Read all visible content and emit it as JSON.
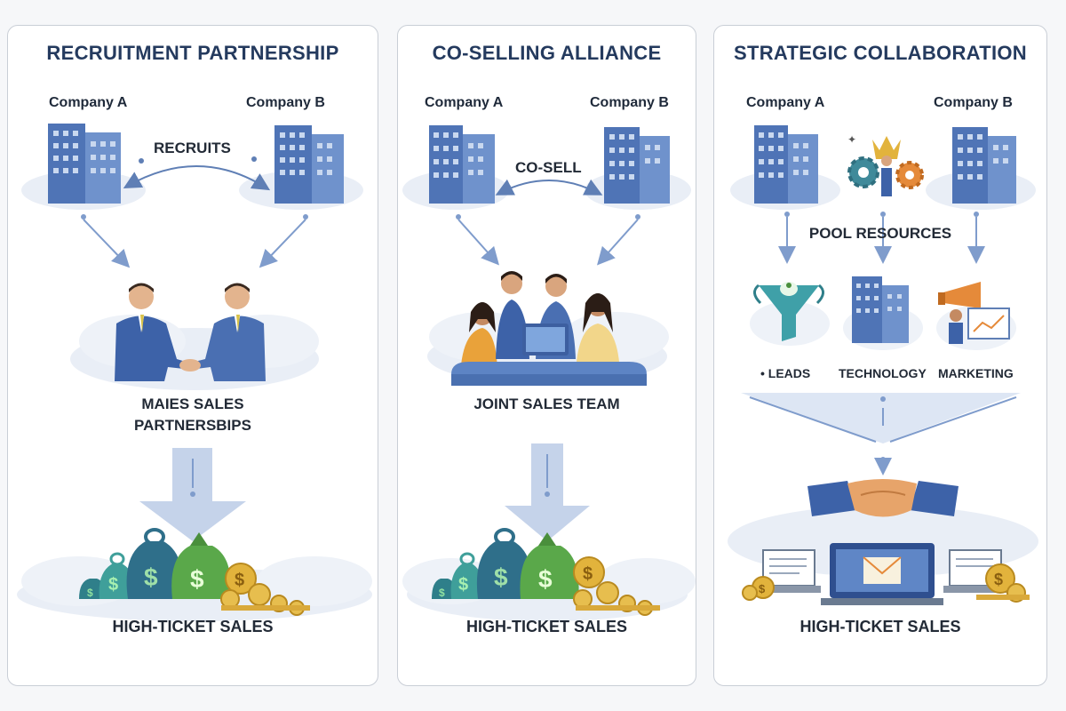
{
  "panels": [
    {
      "title": "RECRUITMENT PARTNERSHIP",
      "company_a": "Company A",
      "company_b": "Company B",
      "link_label": "RECRUITS",
      "middle_label_line1": "MAIES SALES",
      "middle_label_line2": "PARTNERSBIPS",
      "result_label": "HIGH-TICKET SALES"
    },
    {
      "title": "CO-SELLING ALLIANCE",
      "company_a": "Company A",
      "company_b": "Company B",
      "link_label": "CO-SELL",
      "middle_label": "JOINT SALES TEAM",
      "result_label": "HIGH-TICKET SALES"
    },
    {
      "title": "STRATEGIC COLLABORATION",
      "company_a": "Company A",
      "company_b": "Company B",
      "pool_label": "POOL RESOURCES",
      "resource_leads": "• LEADS",
      "resource_technology": "TECHNOLOGY",
      "resource_marketing": "MARKETING",
      "result_label": "HIGH-TICKET SALES"
    }
  ],
  "colors": {
    "title": "#243a5e",
    "building": "#5a7fbf",
    "suit": "#3d62a8",
    "bag_green": "#5aa84a",
    "bag_teal": "#2f7f8a",
    "coin": "#e2b33c",
    "arrow": "#7f9ccc"
  }
}
